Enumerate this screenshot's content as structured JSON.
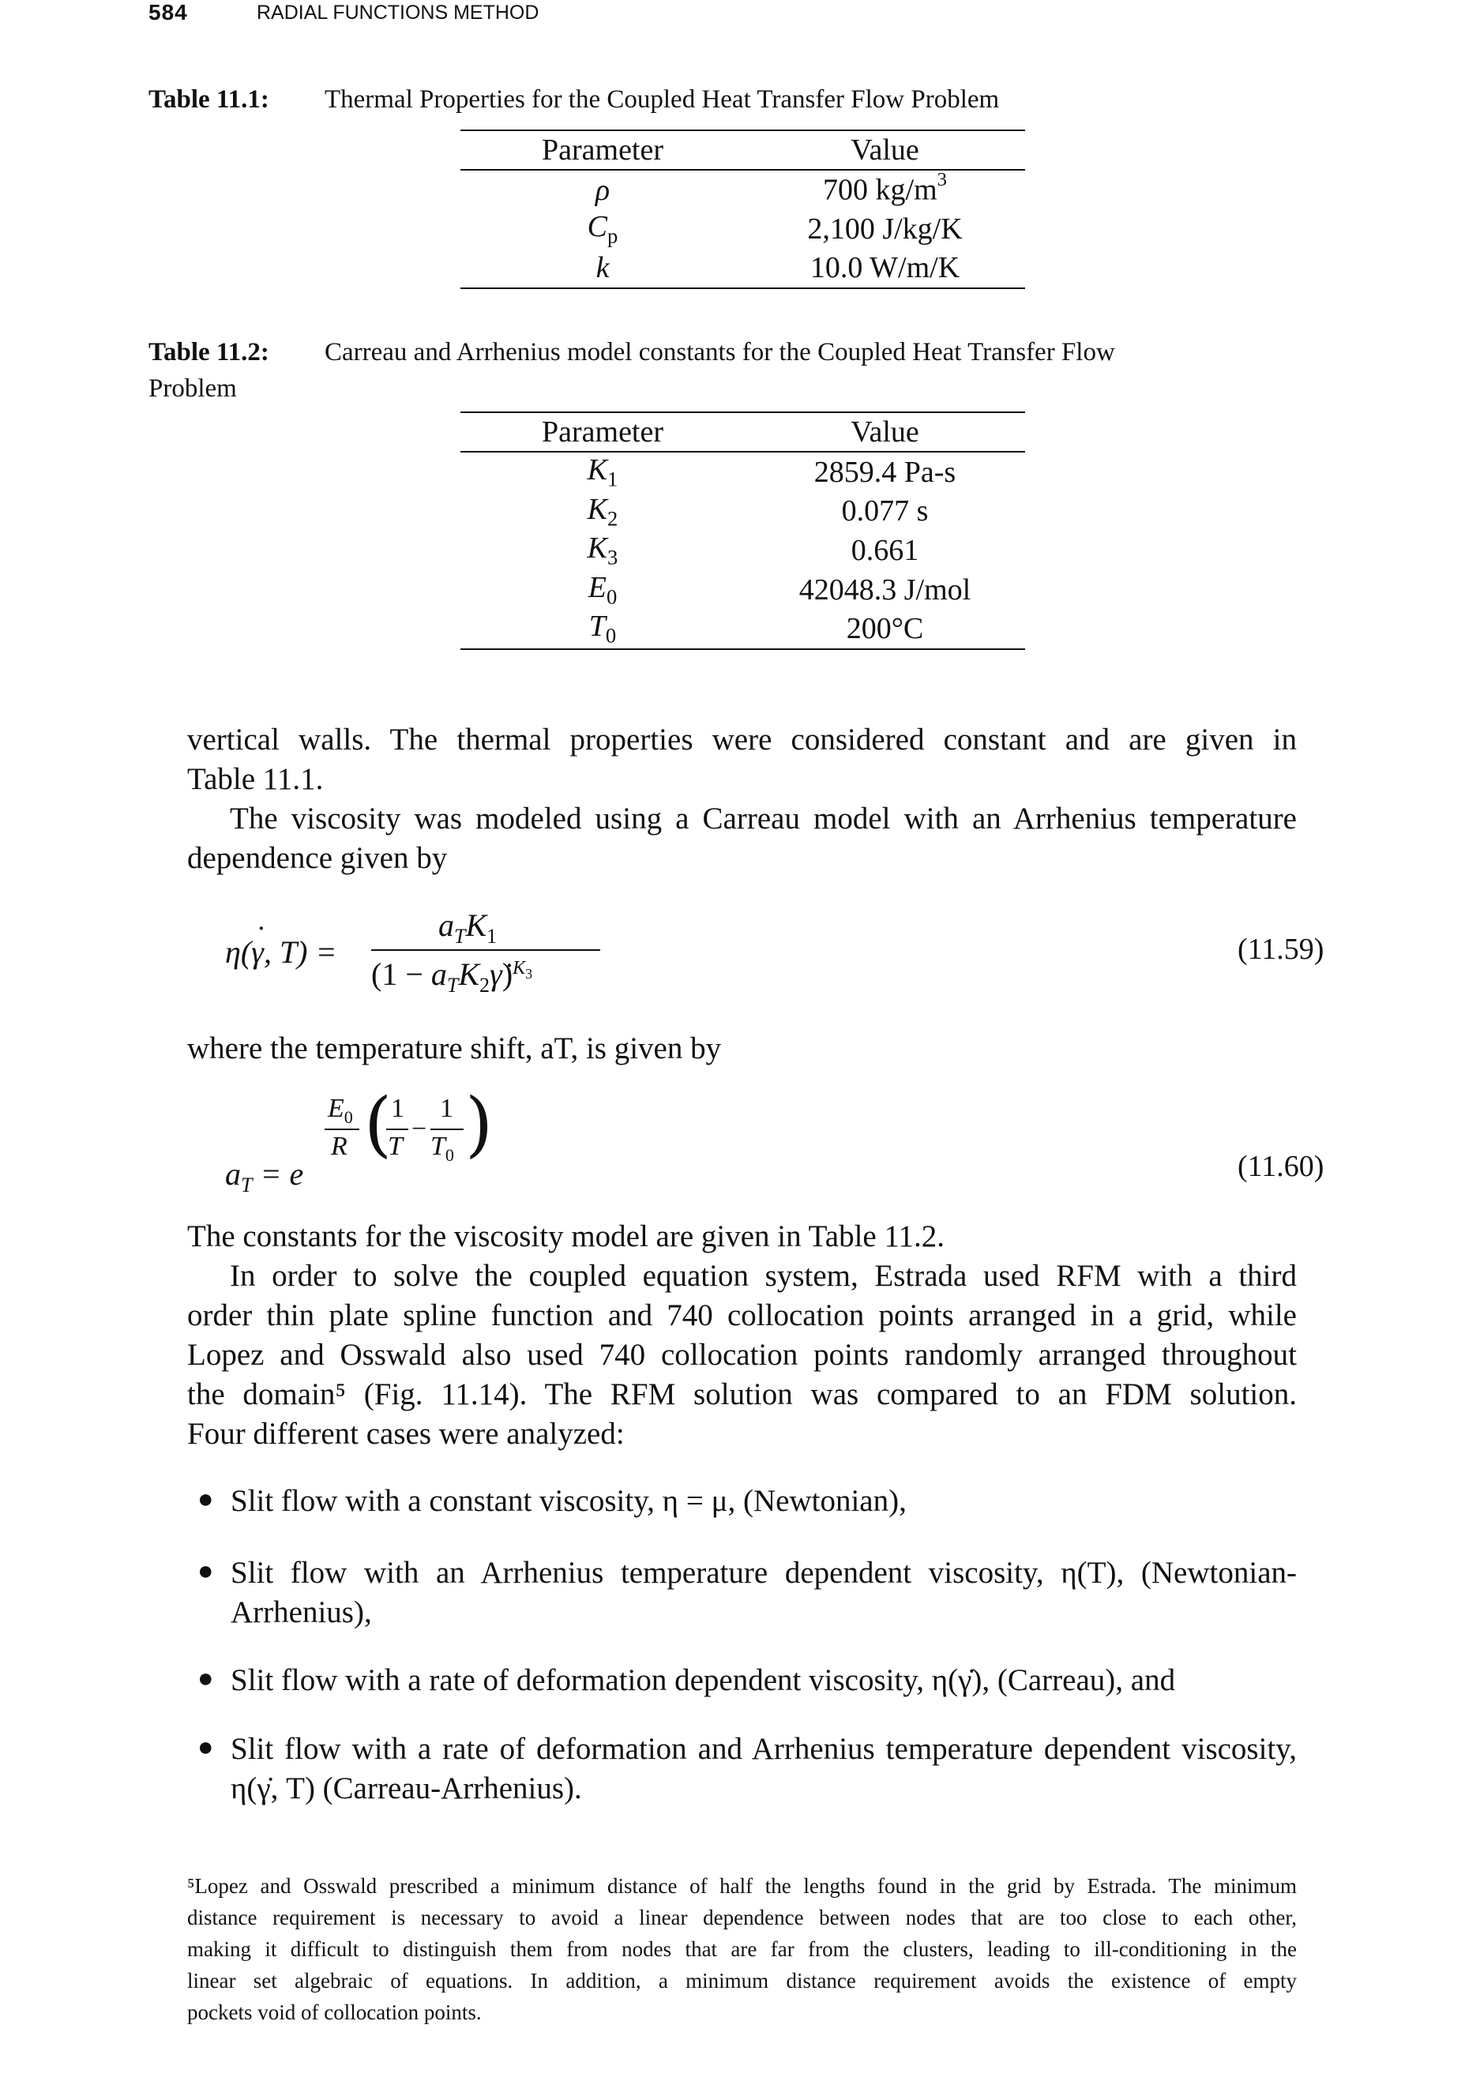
{
  "header": {
    "page_number": "584",
    "running_title": "RADIAL FUNCTIONS METHOD"
  },
  "table1": {
    "label": "Table 11.1:",
    "caption": "Thermal Properties for the Coupled Heat Transfer Flow Problem",
    "col_param": "Parameter",
    "col_value": "Value",
    "rows": [
      {
        "param": "ρ",
        "value": "700 kg/m³"
      },
      {
        "param": "Cp",
        "value": "2,100 J/kg/K"
      },
      {
        "param": "k",
        "value": "10.0 W/m/K"
      }
    ]
  },
  "table2": {
    "label": "Table 11.2:",
    "caption": "Carreau and Arrhenius model constants for the Coupled Heat Transfer Flow",
    "caption_cont": "Problem",
    "col_param": "Parameter",
    "col_value": "Value",
    "rows": [
      {
        "param": "K1",
        "value": "2859.4 Pa-s"
      },
      {
        "param": "K2",
        "value": "0.077 s"
      },
      {
        "param": "K3",
        "value": "0.661"
      },
      {
        "param": "E0",
        "value": "42048.3 J/mol"
      },
      {
        "param": "T0",
        "value": "200°C"
      }
    ]
  },
  "body": {
    "p1_line1": "vertical walls. The thermal properties were considered constant and are given in",
    "p1_line2": "Table 11.1.",
    "p2_line1": "The viscosity was modeled using a Carreau model with an Arrhenius temperature",
    "p2_line2": "dependence given by",
    "eq1_number": "(11.59)",
    "p3": "where the temperature shift, aT, is given by",
    "eq2_number": "(11.60)",
    "p4": "The constants for the viscosity model are given in Table 11.2.",
    "p5_line1": "In order to solve the coupled equation system, Estrada used RFM with a third",
    "p5_line2": "order thin plate spline function and 740 collocation points arranged in a grid, while",
    "p5_line3": "Lopez and Osswald also used 740 collocation points randomly arranged throughout",
    "p5_line4": "the domain⁵ (Fig. 11.14). The RFM solution was compared to an FDM solution.",
    "p5_line5": "Four different cases were analyzed:",
    "bullets": [
      {
        "line1": "Slit flow with a constant viscosity, η = μ, (Newtonian),",
        "line2": ""
      },
      {
        "line1": "Slit flow with an Arrhenius temperature dependent viscosity, η(T), (Newtonian-",
        "line2": "Arrhenius),"
      },
      {
        "line1": "Slit flow with a rate of deformation dependent viscosity, η(γ̇), (Carreau), and",
        "line2": ""
      },
      {
        "line1": "Slit flow with a rate of deformation and Arrhenius temperature dependent viscosity,",
        "line2": "η(γ̇, T) (Carreau-Arrhenius)."
      }
    ]
  },
  "footnote": {
    "line1": "⁵Lopez and Osswald prescribed a minimum distance of half the lengths found in the grid by Estrada. The minimum",
    "line2": "distance requirement is necessary to avoid a linear dependence between nodes that are too close to each other,",
    "line3": "making it difficult to distinguish them from nodes that are far from the clusters, leading to ill-conditioning in the",
    "line4": "linear set algebraic of equations. In addition, a minimum distance requirement avoids the existence of empty",
    "line5": "pockets void of collocation points."
  }
}
